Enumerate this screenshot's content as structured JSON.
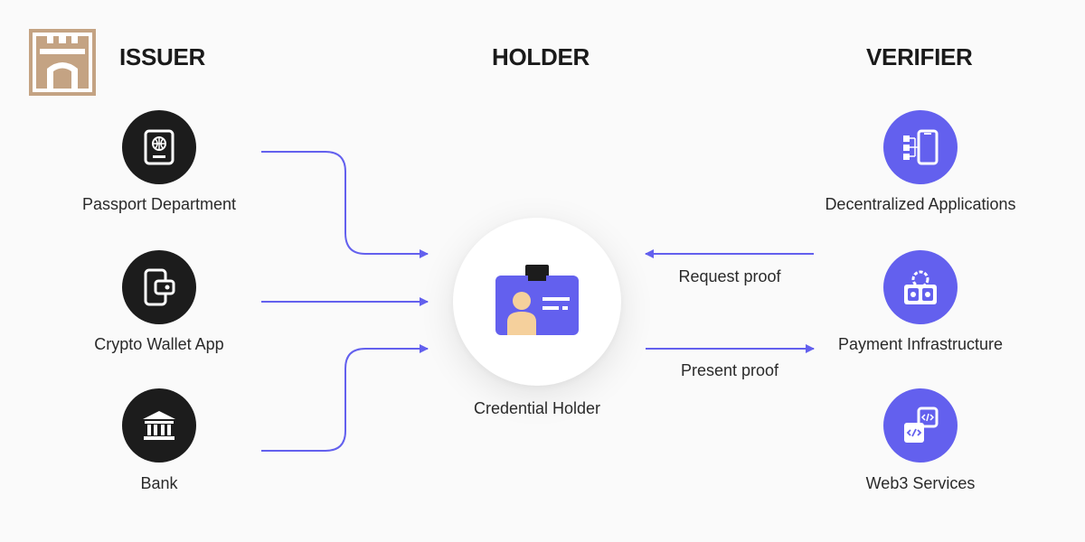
{
  "columns": {
    "issuer": "ISSUER",
    "holder": "HOLDER",
    "verifier": "VERIFIER"
  },
  "issuers": [
    {
      "label": "Passport Department",
      "icon": "passport-icon"
    },
    {
      "label": "Crypto Wallet App",
      "icon": "wallet-app-icon"
    },
    {
      "label": "Bank",
      "icon": "bank-icon"
    }
  ],
  "holder": {
    "label": "Credential Holder",
    "icon": "id-badge-icon"
  },
  "verifiers": [
    {
      "label": "Decentralized Applications",
      "icon": "dapp-icon"
    },
    {
      "label": "Payment Infrastructure",
      "icon": "payment-infrastructure-icon"
    },
    {
      "label": "Web3 Services",
      "icon": "web3-services-icon"
    }
  ],
  "flows": {
    "request": "Request proof",
    "present": "Present proof"
  },
  "colors": {
    "accent": "#6360ee",
    "arrow": "#6360ee",
    "issuer_bg": "#1c1c1c",
    "logo": "#c4a383",
    "badge_skin": "#f5d09c"
  }
}
